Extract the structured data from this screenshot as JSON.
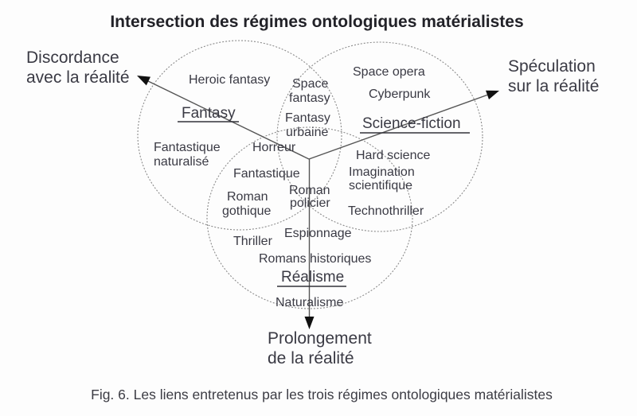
{
  "title": "Intersection des régimes ontologiques matérialistes",
  "caption": "Fig. 6. Les liens entretenus par les trois régimes ontologiques matérialistes",
  "axes": {
    "discordance": [
      "Discordance",
      "avec la réalité"
    ],
    "speculation": [
      "Spéculation",
      "sur la réalité"
    ],
    "prolongement": [
      "Prolongement",
      "de la réalité"
    ]
  },
  "regimes": {
    "fantasy": "Fantasy",
    "science_fiction": "Science-fiction",
    "realisme": "Réalisme"
  },
  "genres": {
    "heroic_fantasy": [
      "Heroic fantasy"
    ],
    "space_fantasy": [
      "Space",
      "fantasy"
    ],
    "space_opera": [
      "Space opera"
    ],
    "cyberpunk": [
      "Cyberpunk"
    ],
    "fantasy_urbaine": [
      "Fantasy",
      "urbaine"
    ],
    "fantastique_naturalise": [
      "Fantastique",
      "naturalisé"
    ],
    "horreur": [
      "Horreur"
    ],
    "hard_science": [
      "Hard science"
    ],
    "imagination_scientifique": [
      "Imagination",
      "scientifique"
    ],
    "fantastique": [
      "Fantastique"
    ],
    "roman_policier": [
      "Roman",
      "policier"
    ],
    "roman_gothique": [
      "Roman",
      "gothique"
    ],
    "technothriller": [
      "Technothriller"
    ],
    "espionnage": [
      "Espionnage"
    ],
    "thriller": [
      "Thriller"
    ],
    "romans_historiques": [
      "Romans historiques"
    ],
    "naturalisme": [
      "Naturalisme"
    ]
  },
  "colors": {
    "background": "#fdfdfd",
    "text": "#3a3a44",
    "circle": "#8c8c8c",
    "arrow": "#555555",
    "arrowhead": "#111111"
  }
}
